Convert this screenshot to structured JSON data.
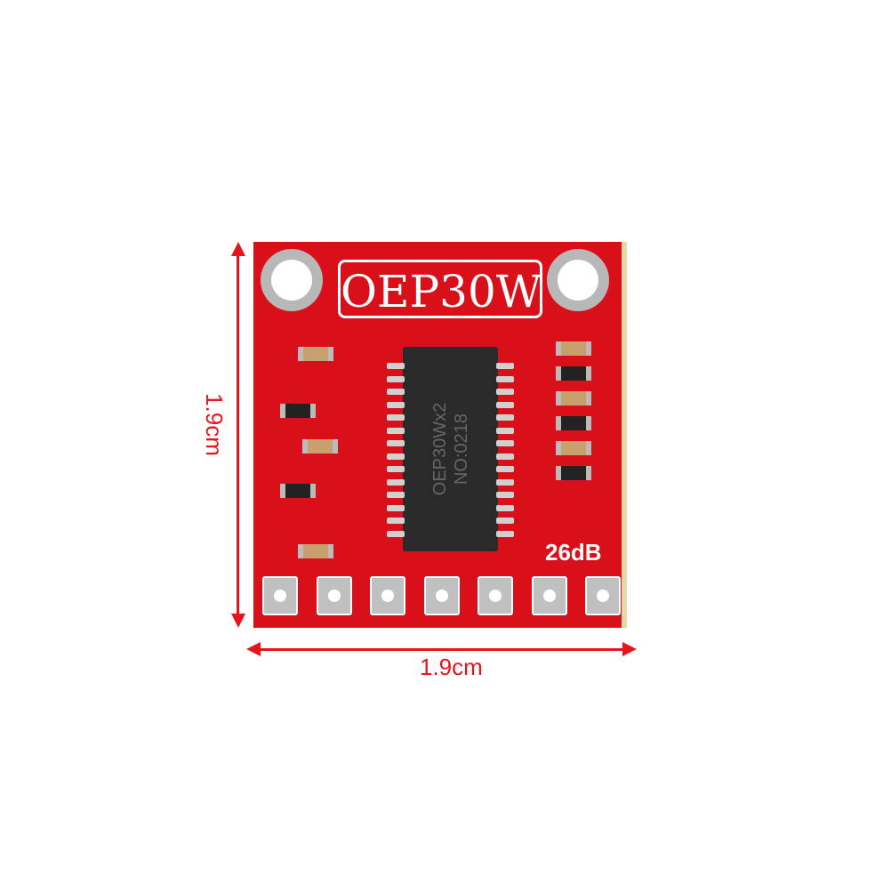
{
  "board": {
    "title": "OEP30W",
    "chip_line1": "OEP30Wx2",
    "chip_line2": "NO:0218",
    "gain_label": "26dB",
    "pin_count": 7
  },
  "dimensions": {
    "height_label": "1.9cm",
    "width_label": "1.9cm"
  },
  "colors": {
    "pcb": "#d9101a",
    "arrow": "#e8141c"
  }
}
